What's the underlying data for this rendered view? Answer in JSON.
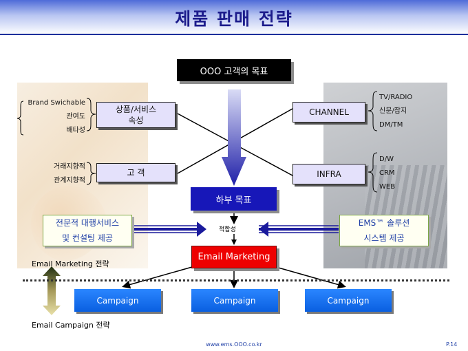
{
  "title": "제품 판매 전략",
  "goal": "OOO 고객의 목표",
  "left_groups": [
    {
      "items": [
        "Brand Swichable",
        "관여도",
        "배타성"
      ],
      "box": "상품/서비스\n속성"
    },
    {
      "items": [
        "거래지향적",
        "관계지향적"
      ],
      "box": "고 객"
    }
  ],
  "right_groups": [
    {
      "box": "CHANNEL",
      "items": [
        "TV/RADIO",
        "신문/잡지",
        "DM/TM"
      ]
    },
    {
      "box": "INFRA",
      "items": [
        "D/W",
        "CRM",
        "WEB"
      ]
    }
  ],
  "sub_goal": "하부 목표",
  "fit_label": "적합성",
  "left_service": {
    "line1": "전문적 대행서비스",
    "line2": "및 컨설팅 제공"
  },
  "right_service": {
    "line1": "EMS™ 솔루션",
    "line2": "시스템 제공"
  },
  "email_marketing": "Email Marketing",
  "strategy_top": "Email Marketing 전략",
  "strategy_bottom": "Email Campaign 전략",
  "campaigns": [
    "Campaign",
    "Campaign",
    "Campaign"
  ],
  "footer_url": "www.ems.OOO.co.kr",
  "page_number": "P.14"
}
